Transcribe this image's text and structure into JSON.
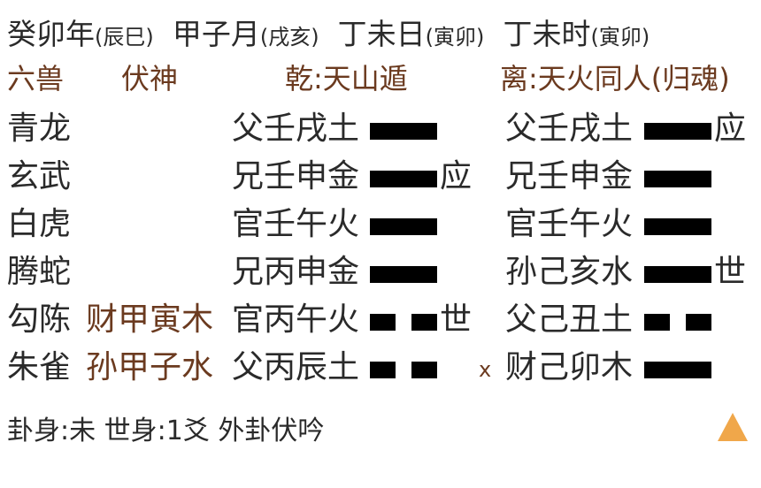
{
  "header": {
    "year": {
      "gz": "癸卯年",
      "kong": "(辰巳)"
    },
    "month": {
      "gz": "甲子月",
      "kong": "(戌亥)"
    },
    "day": {
      "gz": "丁未日",
      "kong": "(寅卯)"
    },
    "hour": {
      "gz": "丁未时",
      "kong": "(寅卯)"
    }
  },
  "columns": {
    "liushou": "六兽",
    "fushen": "伏神",
    "main_gua": "乾:天山遁",
    "changed_gua": "离:天火同人(归魂)"
  },
  "rows": [
    {
      "liushou": "青龙",
      "fushen": "",
      "main": "父壬戌土",
      "main_line": "yang",
      "main_tag": "",
      "moving": "",
      "changed": "父壬戌土",
      "changed_line": "yang",
      "changed_tag": "应"
    },
    {
      "liushou": "玄武",
      "fushen": "",
      "main": "兄壬申金",
      "main_line": "yang",
      "main_tag": "应",
      "moving": "",
      "changed": "兄壬申金",
      "changed_line": "yang",
      "changed_tag": ""
    },
    {
      "liushou": "白虎",
      "fushen": "",
      "main": "官壬午火",
      "main_line": "yang",
      "main_tag": "",
      "moving": "",
      "changed": "官壬午火",
      "changed_line": "yang",
      "changed_tag": ""
    },
    {
      "liushou": "腾蛇",
      "fushen": "",
      "main": "兄丙申金",
      "main_line": "yang",
      "main_tag": "",
      "moving": "",
      "changed": "孙己亥水",
      "changed_line": "yang",
      "changed_tag": "世"
    },
    {
      "liushou": "勾陈",
      "fushen": "财甲寅木",
      "main": "官丙午火",
      "main_line": "yin",
      "main_tag": "世",
      "moving": "",
      "changed": "父己丑土",
      "changed_line": "yin",
      "changed_tag": ""
    },
    {
      "liushou": "朱雀",
      "fushen": "孙甲子水",
      "main": "父丙辰土",
      "main_line": "yin",
      "main_tag": "",
      "moving": "x",
      "changed": "财己卯木",
      "changed_line": "yang",
      "changed_tag": ""
    }
  ],
  "footer": "卦身:未 世身:1爻 外卦伏吟",
  "icons": {
    "corner": "warning-triangle-icon",
    "corner_color": "#f0a74a",
    "accent_color": "#6b3a1f"
  }
}
